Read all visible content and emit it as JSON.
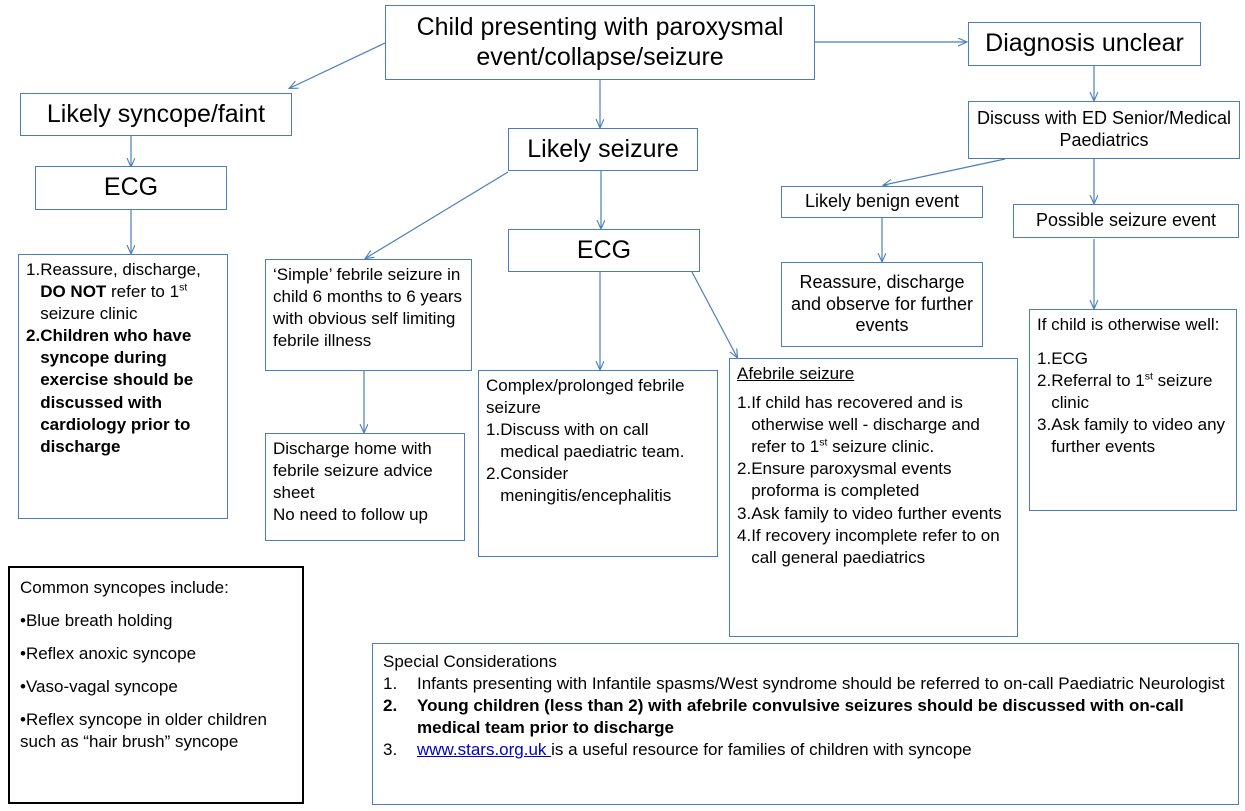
{
  "meta": {
    "title": "Child presenting with paroxysmal event / collapse / seizure pathway",
    "box_border_color": "#4a7ebb",
    "note_border_color": "#000000",
    "link_color": "#0000cd",
    "background": "#ffffff"
  },
  "nodes": {
    "root": {
      "label": "Child presenting with paroxysmal event/collapse/seizure"
    },
    "likely_syncope": {
      "label": "Likely syncope/faint"
    },
    "syncope_ecg": {
      "label": "ECG"
    },
    "syncope_actions": {
      "items": [
        {
          "num": "1.",
          "plain_a": "Reassure, discharge, ",
          "bold_a": "DO NOT",
          "plain_b": " refer to 1",
          "sup": "st",
          "plain_c": " seizure clinic",
          "bold": false
        },
        {
          "num": "2.",
          "text": "Children who have syncope during exercise should be discussed with cardiology prior to discharge",
          "bold": true
        }
      ]
    },
    "likely_seizure": {
      "label": "Likely seizure"
    },
    "seizure_ecg": {
      "label": "ECG"
    },
    "simple_febrile": {
      "label": "‘Simple’ febrile seizure in child 6 months to 6 years with obvious self limiting febrile illness"
    },
    "discharge_home": {
      "lines": [
        "Discharge home with febrile seizure advice sheet",
        "No need to follow up"
      ]
    },
    "complex_febrile": {
      "heading": "Complex/prolonged febrile seizure",
      "items": [
        {
          "num": "1.",
          "text": "Discuss with on call medical paediatric team."
        },
        {
          "num": "2.",
          "text": "Consider meningitis/encephalitis"
        }
      ]
    },
    "afebrile_seizure": {
      "heading": "Afebrile seizure",
      "items": [
        {
          "num": "1.",
          "plain_a": "If child has recovered and is otherwise well - discharge and refer to 1",
          "sup": "st",
          "plain_b": " seizure clinic."
        },
        {
          "num": "2.",
          "text": "Ensure paroxysmal events proforma is completed"
        },
        {
          "num": "3.",
          "text": "Ask family to video further events"
        },
        {
          "num": "4.",
          "text": "If recovery incomplete refer to on call general paediatrics"
        }
      ]
    },
    "diagnosis_unclear": {
      "label": "Diagnosis unclear"
    },
    "discuss_ed": {
      "label": "Discuss with ED Senior/Medical Paediatrics"
    },
    "likely_benign": {
      "label": "Likely benign event"
    },
    "reassure_observe": {
      "label": "Reassure, discharge and observe for further events"
    },
    "possible_seizure": {
      "label": "Possible seizure event"
    },
    "if_child_well": {
      "heading": "If child is otherwise well:",
      "items": [
        {
          "num": "1.",
          "text": "ECG"
        },
        {
          "num": "2.",
          "plain_a": "Referral to 1",
          "sup": "st",
          "plain_b": " seizure clinic"
        },
        {
          "num": "3.",
          "text": "Ask family to video any further events"
        }
      ]
    }
  },
  "common_syncopes": {
    "heading": "Common syncopes include:",
    "items": [
      "Blue breath holding",
      "Reflex anoxic syncope",
      "Vaso-vagal syncope",
      "Reflex syncope in older children such as “hair brush” syncope"
    ],
    "bullet": "•"
  },
  "special_considerations": {
    "heading": "Special Considerations",
    "items": [
      {
        "num": "1.",
        "text": "Infants presenting with Infantile spasms/West syndrome should be referred to on-call Paediatric Neurologist",
        "bold": false
      },
      {
        "num": "2.",
        "text": "Young children (less than 2) with afebrile convulsive seizures should be discussed with on-call medical team prior to discharge",
        "bold": true
      },
      {
        "num": "3.",
        "link": "www.stars.org.uk ",
        "text": "is a useful resource for families of children with syncope",
        "bold": false
      }
    ]
  }
}
